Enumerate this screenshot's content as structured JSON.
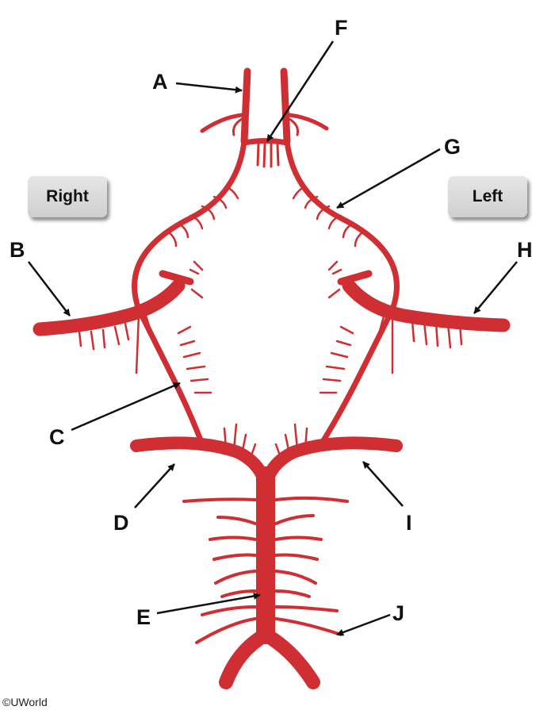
{
  "side_labels": {
    "right": "Right",
    "left": "Left"
  },
  "labels": {
    "A": "A",
    "B": "B",
    "C": "C",
    "D": "D",
    "E": "E",
    "F": "F",
    "G": "G",
    "H": "H",
    "I": "I",
    "J": "J"
  },
  "copyright": "©UWorld",
  "colors": {
    "artery": "#cf2f33",
    "artery_dark": "#a51d22",
    "arrow": "#111111"
  }
}
